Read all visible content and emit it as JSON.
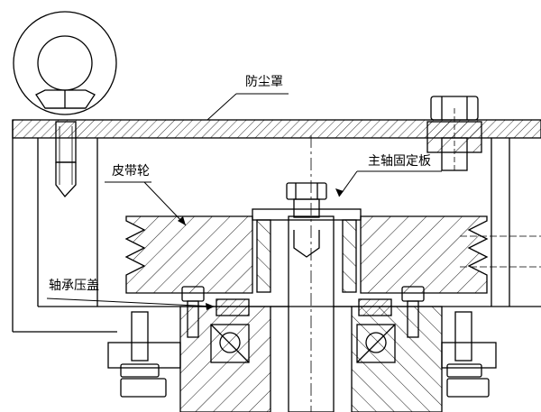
{
  "labels": {
    "dust_cover": "防尘罩",
    "spindle_plate": "主轴固定板",
    "pulley": "皮带轮",
    "bearing_cover": "轴承压盖"
  }
}
